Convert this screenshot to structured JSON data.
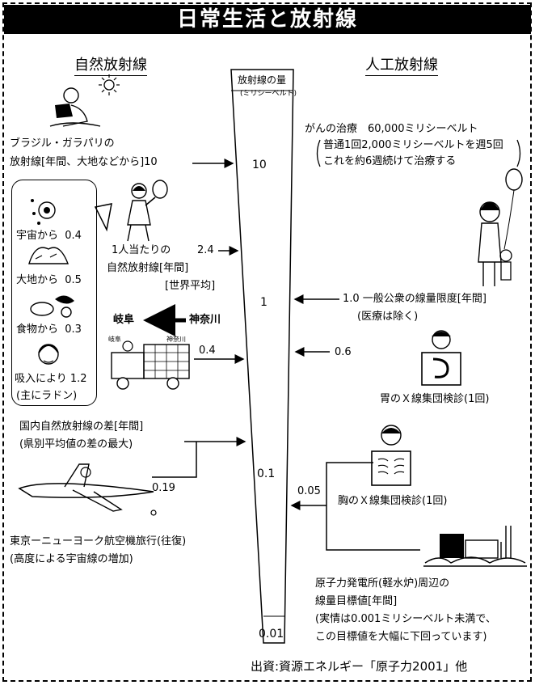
{
  "title": "日常生活と放射線",
  "natural": {
    "heading": "自然放射線",
    "brazil_line1": "ブラジル・ガラパリの",
    "brazil_line2": "放射線[年間、大地などから]10",
    "sources": [
      {
        "label": "宇宙から",
        "value": "0.4"
      },
      {
        "label": "大地から",
        "value": "0.5"
      },
      {
        "label": "食物から",
        "value": "0.3"
      },
      {
        "label": "吸入により",
        "value": "1.2"
      }
    ],
    "sources_note": "(主にラドン)",
    "per_person_line1": "1人当たりの",
    "per_person_value": "2.4",
    "per_person_line2": "自然放射線[年間]",
    "per_person_line3": "[世界平均]",
    "gifu": "岐阜",
    "kanagawa": "神奈川",
    "truck_sign_gifu": "岐阜",
    "truck_sign_kanagawa": "神奈川",
    "gifu_value": "0.4",
    "domestic_line1": "国内自然放射線の差[年間]",
    "domestic_line2": "(県別平均値の差の最大)",
    "flight_value": "0.19",
    "flight_line1": "東京ーニューヨーク航空機旅行(往復)",
    "flight_line2": "(高度による宇宙線の増加)"
  },
  "scale": {
    "header_line1": "放射線の量",
    "header_line2": "(ミリシーベルト)",
    "ticks": [
      "10",
      "1",
      "0.1",
      "0.01"
    ]
  },
  "artificial": {
    "heading": "人工放射線",
    "cancer_line1": "がんの治療　60,000ミリシーベルト",
    "cancer_line2": "普通1回2,000ミリシーベルトを週5回",
    "cancer_line3": "これを約6週続けて治療する",
    "public_line1": "1.0 一般公衆の線量限度[年間]",
    "public_line2": "(医療は除く)",
    "stomach_value": "0.6",
    "stomach_label": "胃のＸ線集団検診(1回)",
    "chest_value": "0.05",
    "chest_label": "胸のＸ線集団検診(1回)",
    "plant_line1": "原子力発電所(軽水炉)周辺の",
    "plant_line2": "線量目標値[年間]",
    "plant_line3": "(実情は0.001ミリシーベルト未満で、",
    "plant_line4": "この目標値を大幅に下回っています)"
  },
  "source_credit": "出資:資源エネルギー「原子力2001」他",
  "icons": [
    "sun-icon",
    "brazil-sunbather-icon",
    "tennis-player-icon",
    "cosmic-ray-icon",
    "ground-icon",
    "food-icon",
    "woman-face-icon",
    "truck-icon",
    "mother-child-balloon-icon",
    "stomach-xray-icon",
    "chest-xray-icon",
    "airplane-icon",
    "power-plant-icon"
  ]
}
